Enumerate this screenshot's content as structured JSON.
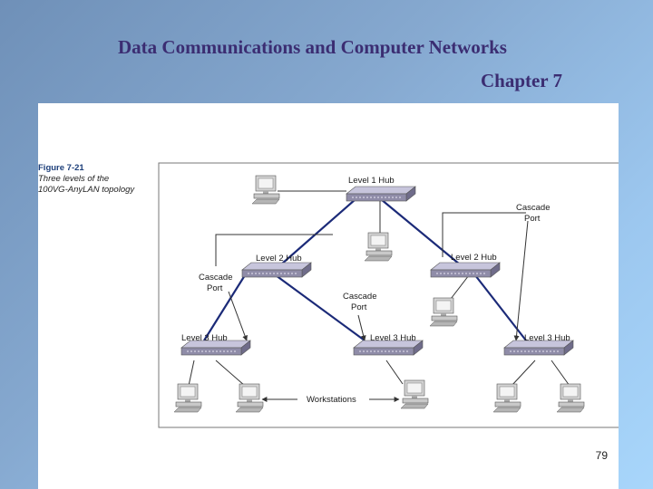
{
  "slide": {
    "title_line1": "Data Communications and Computer Networks",
    "title_line2": "Chapter 7",
    "page_number": "79"
  },
  "figure": {
    "number": "Figure 7-21",
    "caption_line1": "Three levels of the",
    "caption_line2": "100VG-AnyLAN topology"
  },
  "diagram": {
    "hubs": {
      "level1": "Level 1 Hub",
      "level2_left": "Level 2 Hub",
      "level2_right": "Level 2 Hub",
      "level3_left": "Level 3 Hub",
      "level3_middle": "Level 3 Hub",
      "level3_right": "Level 3 Hub"
    },
    "cascade_port_label_line1": "Cascade",
    "cascade_port_label_line2": "Port",
    "workstations_label": "Workstations",
    "colors": {
      "link": "#1b2a78",
      "cable": "#333333",
      "hub_body": "#8f8ca8",
      "hub_top": "#b9b7cf",
      "frame_border": "#777777"
    }
  }
}
